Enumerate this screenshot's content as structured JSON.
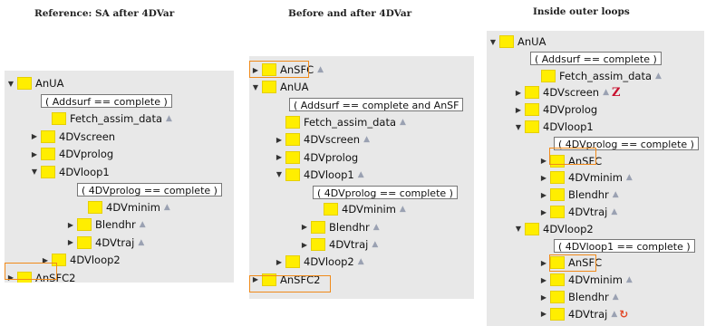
{
  "titles": {
    "left": "Reference: SA after 4DVar",
    "middle": "Before and after 4DVar",
    "right": "Inside outer loops"
  },
  "left_tree": [
    {
      "arrow": "down",
      "label": "AnUA",
      "box": true
    },
    {
      "cond": "( Addsurf == complete )"
    },
    {
      "label": "Fetch_assim_data",
      "box": true,
      "trig": true
    },
    {
      "arrow": "right",
      "label": "4DVscreen",
      "box": true
    },
    {
      "arrow": "right",
      "label": "4DVprolog",
      "box": true
    },
    {
      "arrow": "down",
      "label": "4DVloop1",
      "box": true
    },
    {
      "cond": "( 4DVprolog == complete )"
    },
    {
      "label": "4DVminim",
      "box": true,
      "trig": true
    },
    {
      "arrow": "right",
      "label": "Blendhr",
      "box": true,
      "trig": true
    },
    {
      "arrow": "right",
      "label": "4DVtraj",
      "box": true,
      "trig": true
    },
    {
      "arrow": "right",
      "label": "4DVloop2",
      "box": true
    },
    {
      "arrow": "right",
      "label": "AnSFC2",
      "box": true
    }
  ],
  "middle_tree": [
    {
      "arrow": "right",
      "label": "AnSFC",
      "box": true,
      "trig": true
    },
    {
      "arrow": "down",
      "label": "AnUA",
      "box": true
    },
    {
      "cond": "( Addsurf == complete and AnSF"
    },
    {
      "label": "Fetch_assim_data",
      "box": true,
      "trig": true
    },
    {
      "arrow": "right",
      "label": "4DVscreen",
      "box": true,
      "trig": true
    },
    {
      "arrow": "right",
      "label": "4DVprolog",
      "box": true
    },
    {
      "arrow": "down",
      "label": "4DVloop1",
      "box": true,
      "trig": true
    },
    {
      "cond": "( 4DVprolog == complete )"
    },
    {
      "label": "4DVminim",
      "box": true,
      "trig": true
    },
    {
      "arrow": "right",
      "label": "Blendhr",
      "box": true,
      "trig": true
    },
    {
      "arrow": "right",
      "label": "4DVtraj",
      "box": true,
      "trig": true
    },
    {
      "arrow": "right",
      "label": "4DVloop2",
      "box": true,
      "trig": true
    },
    {
      "arrow": "right",
      "label": "AnSFC2",
      "box": true
    }
  ],
  "right_tree": [
    {
      "arrow": "down",
      "label": "AnUA",
      "box": true
    },
    {
      "cond": "( Addsurf == complete )"
    },
    {
      "label": "Fetch_assim_data",
      "box": true,
      "trig": true
    },
    {
      "arrow": "right",
      "label": "4DVscreen",
      "box": true,
      "trig": true,
      "z": true
    },
    {
      "arrow": "right",
      "label": "4DVprolog",
      "box": true
    },
    {
      "arrow": "down",
      "label": "4DVloop1",
      "box": true
    },
    {
      "cond": "( 4DVprolog == complete )"
    },
    {
      "arrow": "right",
      "label": "AnSFC",
      "box": true
    },
    {
      "arrow": "right",
      "label": "4DVminim",
      "box": true,
      "trig": true
    },
    {
      "arrow": "right",
      "label": "Blendhr",
      "box": true,
      "trig": true
    },
    {
      "arrow": "right",
      "label": "4DVtraj",
      "box": true,
      "trig": true
    },
    {
      "arrow": "down",
      "label": "4DVloop2",
      "box": true
    },
    {
      "cond": "( 4DVloop1 == complete )"
    },
    {
      "arrow": "right",
      "label": "AnSFC",
      "box": true
    },
    {
      "arrow": "right",
      "label": "4DVminim",
      "box": true,
      "trig": true
    },
    {
      "arrow": "right",
      "label": "Blendhr",
      "box": true,
      "trig": true
    },
    {
      "arrow": "right",
      "label": "4DVtraj",
      "box": true,
      "trig": true,
      "loop": true
    }
  ],
  "icons": {
    "box": "task-box-icon",
    "trigger": "trigger-icon",
    "z": "z-icon",
    "repeat": "repeat-icon"
  },
  "colors": {
    "box": "#ffee00",
    "panel": "#e8e8e8",
    "highlight": "#f08a1a"
  }
}
